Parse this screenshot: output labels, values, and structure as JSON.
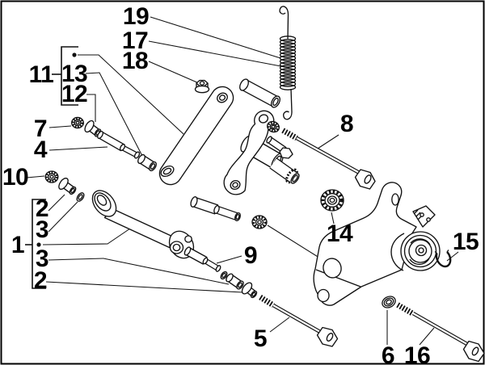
{
  "figure": {
    "kind": "exploded-parts-diagram",
    "colors": {
      "ink": "#111111",
      "background": "#ffffff",
      "border": "#000000"
    }
  },
  "callouts": [
    {
      "label": "19"
    },
    {
      "label": "17"
    },
    {
      "label": "18"
    },
    {
      "label": "11"
    },
    {
      "label": "13"
    },
    {
      "label": "12"
    },
    {
      "label": "7"
    },
    {
      "label": "4"
    },
    {
      "label": "10"
    },
    {
      "label": "2"
    },
    {
      "label": "3"
    },
    {
      "label": "1"
    },
    {
      "label": "3"
    },
    {
      "label": "2"
    },
    {
      "label": "9"
    },
    {
      "label": "8"
    },
    {
      "label": "14"
    },
    {
      "label": "15"
    },
    {
      "label": "5"
    },
    {
      "label": "6"
    },
    {
      "label": "16"
    }
  ]
}
